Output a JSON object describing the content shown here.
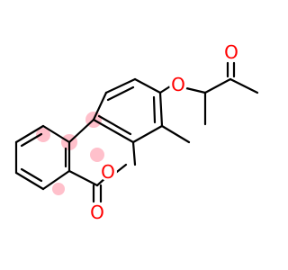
{
  "molecule": {
    "atoms": {
      "o_carbonyl_lactone": {
        "symbol": "O"
      },
      "o_ring": {
        "symbol": "O"
      },
      "o_ether": {
        "symbol": "O"
      },
      "o_ketone": {
        "symbol": "O"
      }
    },
    "colors": {
      "bond": "#000000",
      "oxygen": "#ff0000",
      "highlight": "#ffc0cb",
      "background": "#ffffff"
    }
  }
}
